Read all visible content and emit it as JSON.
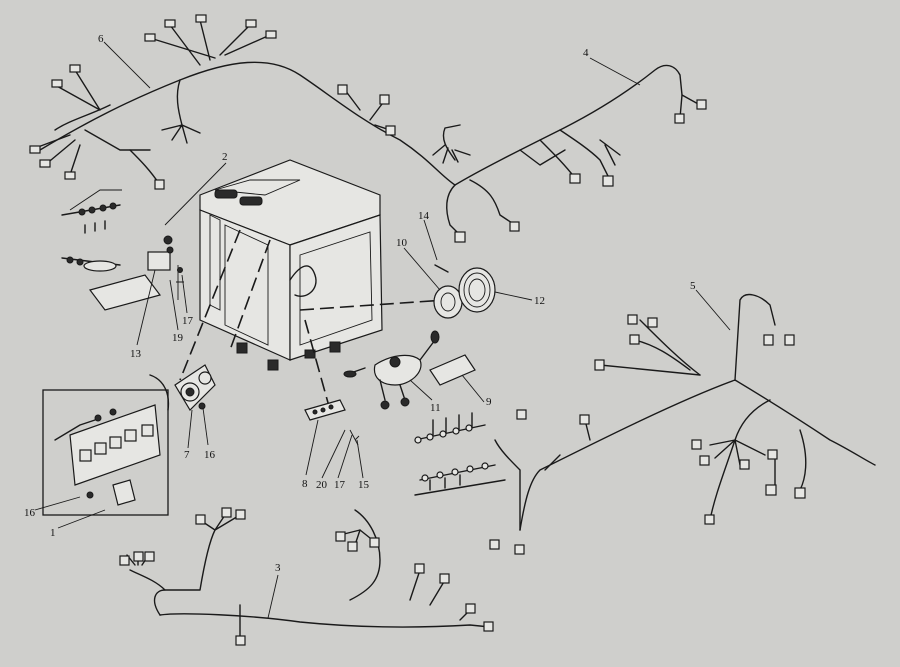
{
  "callouts": [
    {
      "id": "c1",
      "label": "1"
    },
    {
      "id": "c2",
      "label": "2"
    },
    {
      "id": "c3",
      "label": "3"
    },
    {
      "id": "c4",
      "label": "4"
    },
    {
      "id": "c5",
      "label": "5"
    },
    {
      "id": "c6",
      "label": "6"
    },
    {
      "id": "c7",
      "label": "7"
    },
    {
      "id": "c8",
      "label": "8"
    },
    {
      "id": "c9",
      "label": "9"
    },
    {
      "id": "c10",
      "label": "10"
    },
    {
      "id": "c11",
      "label": "11"
    },
    {
      "id": "c12",
      "label": "12"
    },
    {
      "id": "c13",
      "label": "13"
    },
    {
      "id": "c14",
      "label": "14"
    },
    {
      "id": "c15",
      "label": "15"
    },
    {
      "id": "c16a",
      "label": "16"
    },
    {
      "id": "c16b",
      "label": "16"
    },
    {
      "id": "c17a",
      "label": "17"
    },
    {
      "id": "c17b",
      "label": "17"
    },
    {
      "id": "c19",
      "label": "19"
    },
    {
      "id": "c20",
      "label": "20"
    }
  ]
}
